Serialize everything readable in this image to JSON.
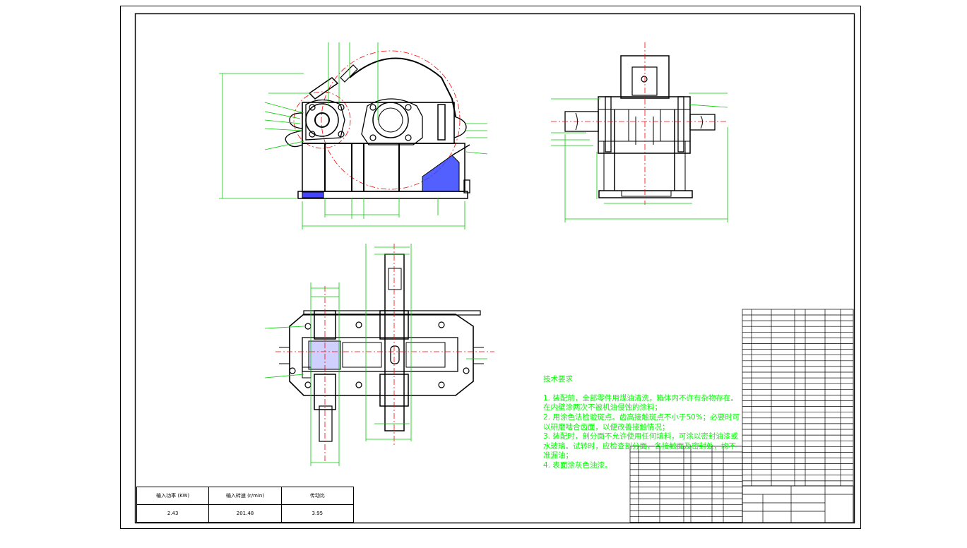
{
  "colors": {
    "frame": "#000000",
    "outline": "#000000",
    "dimension": "#00cc00",
    "centerline": "#ff0000",
    "hatch": "#0000ff",
    "text": "#00ff00"
  },
  "tech_requirements": {
    "title": "技术要求",
    "lines": [
      "1. 装配前，全部零件用煤油清洗，箱体内不许有杂物存在。在内壁涂两次不被机油侵蚀的涂料；",
      "2. 用涂色法检验斑点。齿高接触斑点不小于50%；必要时可以研磨啮合齿面，以便改善接触情况；",
      "3. 装配时，剖分面不允许使用任何填料，可涂以密封油漆或水玻璃。试转时，应检查剖分面，各接触面及密封处，均不准漏油；",
      "4. 表面涂灰色油漆。"
    ]
  },
  "parameters": {
    "headers": [
      "输入功率 (KW)",
      "输入转速 (r/min)",
      "传动比"
    ],
    "values": [
      "2.43",
      "201.48",
      "3.95"
    ]
  }
}
